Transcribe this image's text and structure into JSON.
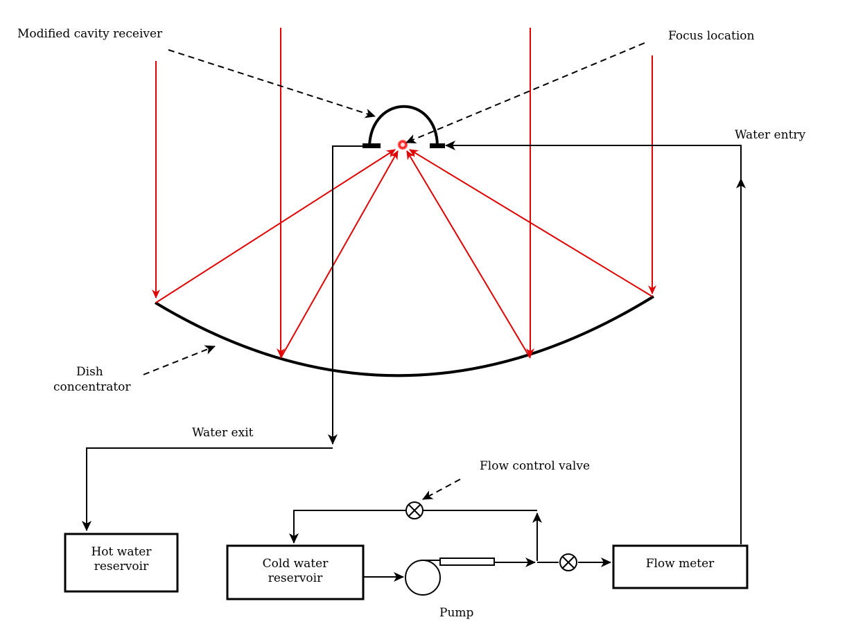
{
  "labels": {
    "modified_cavity_receiver": "Modified cavity receiver",
    "focus_location": "Focus location",
    "water_entry": "Water entry",
    "dish_line1": "Dish",
    "dish_line2": "concentrator",
    "water_exit": "Water exit",
    "flow_control_valve": "Flow control valve",
    "pump": "Pump"
  },
  "boxes": {
    "hot_water_line1": "Hot water",
    "hot_water_line2": "reservoir",
    "cold_water_line1": "Cold water",
    "cold_water_line2": "reservoir",
    "flow_meter": "Flow meter"
  },
  "colors": {
    "ray": "#e00000",
    "line": "#000000",
    "focus": "#ff3030"
  }
}
